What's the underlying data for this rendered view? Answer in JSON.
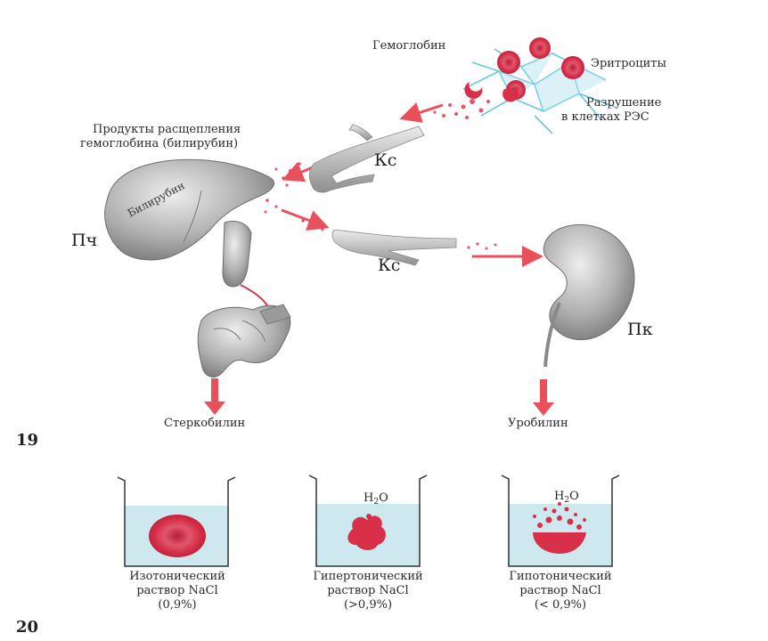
{
  "diagram19": {
    "number": "19",
    "hemoglobin": "Гемоглобин",
    "erythrocytes": "Эритроциты",
    "destruction_line1": "Разрушение",
    "destruction_line2": "в клетках РЭС",
    "products_line1": "Продукты расщепления",
    "products_line2": "гемоглобина (билирубин)",
    "bilirubin": "Билирубин",
    "liver_abbr": "Пч",
    "vessel_top": "Кс",
    "vessel_bottom": "Кс",
    "kidney_abbr": "Пк",
    "stercobilin": "Стеркобилин",
    "urobilin": "Уробилин"
  },
  "diagram20": {
    "number": "20",
    "beakers": [
      {
        "line1": "Изотонический",
        "line2": "раствор NaCl",
        "line3": "(0,9%)",
        "water": ""
      },
      {
        "line1": "Гипертонический",
        "line2": "раствор NaCl",
        "line3": "(>0,9%)",
        "water_main": "H",
        "water_sub": "2",
        "water_tail": "O"
      },
      {
        "line1": "Гипотонический",
        "line2": "раствор NaCl",
        "line3": "(< 0,9%)",
        "water_main": "H",
        "water_sub": "2",
        "water_tail": "O"
      }
    ]
  },
  "colors": {
    "arrow": "#e8505a",
    "rbc": "#d9304a",
    "organ": "#a9a9a9",
    "water": "#cde9ef"
  }
}
